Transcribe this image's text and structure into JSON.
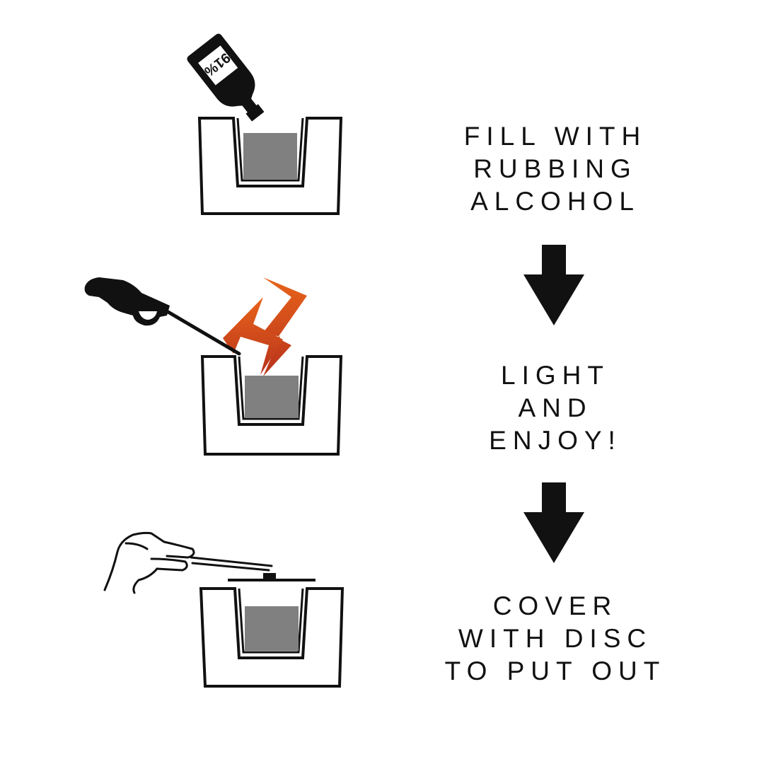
{
  "steps": [
    {
      "text_lines": [
        "FILL WITH",
        "RUBBING",
        "ALCOHOL"
      ],
      "icon": "alcohol-bottle-icon"
    },
    {
      "text_lines": [
        "LIGHT",
        "AND",
        "ENJOY!"
      ],
      "icon": "lighter-icon"
    },
    {
      "text_lines": [
        "COVER",
        "WITH DISC",
        "TO PUT OUT"
      ],
      "icon": "hand-with-disc-icon"
    }
  ],
  "bottle_label": "91%",
  "colors": {
    "ink": "#111111",
    "fuel": "#808080",
    "flame_top": "#e8641a",
    "flame_bottom": "#b8321c",
    "background": "#ffffff"
  }
}
